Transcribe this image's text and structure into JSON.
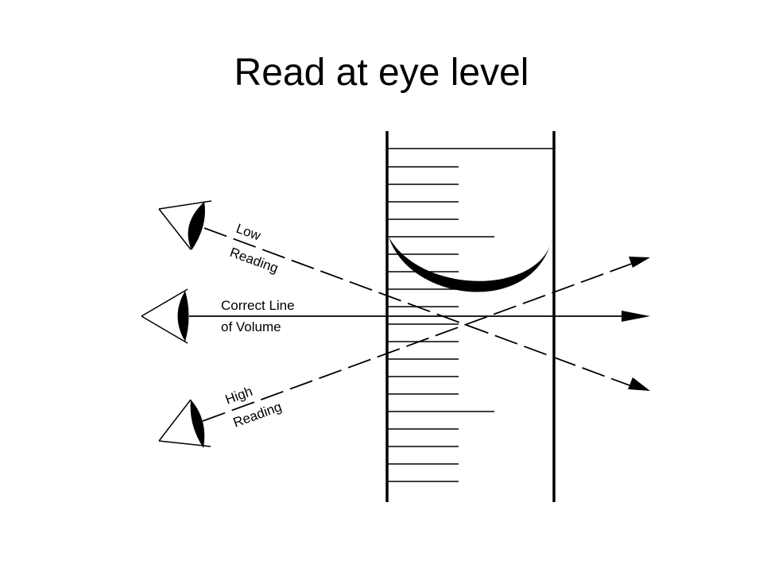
{
  "slide": {
    "title": "Read at eye level"
  },
  "diagram": {
    "labels": {
      "low_line1": "Low",
      "low_line2": "Reading",
      "correct_line1": "Correct Line",
      "correct_line2": "of Volume",
      "high_line1": "High",
      "high_line2": "Reading"
    },
    "colors": {
      "ink": "#000000",
      "background": "#ffffff"
    },
    "icons": [
      "eye-icon",
      "arrowhead-icon"
    ]
  }
}
